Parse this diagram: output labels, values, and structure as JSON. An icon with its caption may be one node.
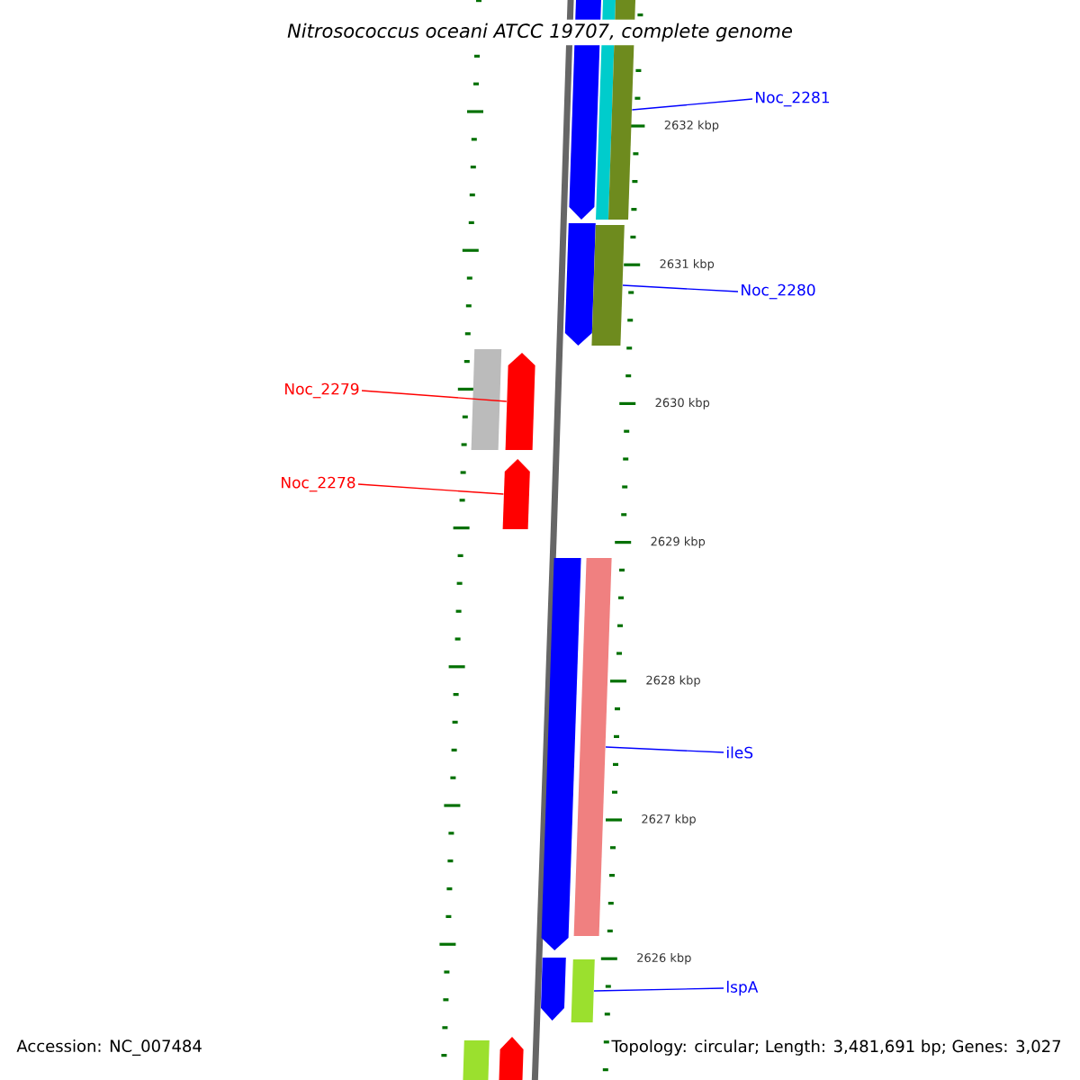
{
  "diagram": {
    "title": "*Nitrosococcus oceani* ATCC 19707, complete genome",
    "nodes": [
      {
        "text": [
          "Noc_2281"
        ]
      },
      {
        "text": [],
        "shape": "bar"
      },
      {
        "text": [],
        "shape": "bar"
      },
      {
        "text": [],
        "shape": "bar"
      },
      {
        "text": [
          "Noc_2280"
        ]
      },
      {
        "text": [],
        "shape": "bar"
      },
      {
        "text": [],
        "shape": "bar"
      },
      {
        "text": [
          "Noc_2279"
        ]
      },
      {
        "text": [],
        "shape": "bar"
      },
      {
        "text": [],
        "shape": "bar"
      },
      {
        "text": [
          "Noc_2278"
        ]
      },
      {
        "text": [],
        "shape": "bar"
      },
      {
        "text": [],
        "shape": "bar"
      },
      {
        "text": [],
        "shape": "bar"
      },
      {
        "text": [
          "ileS"
        ]
      },
      {
        "text": [],
        "shape": "bar"
      },
      {
        "text": [],
        "shape": "bar"
      },
      {
        "text": [
          "lspA"
        ]
      },
      {
        "text": [],
        "shape": "bar"
      },
      {
        "text": [],
        "shape": "bar"
      }
    ],
    "edges": [
      {
        "from": 0,
        "to": 3,
        "arrow": "none"
      },
      {
        "from": 4,
        "to": 6,
        "arrow": "none"
      },
      {
        "from": 7,
        "to": 9,
        "arrow": "none",
        "color": "#ff0000"
      },
      {
        "from": 10,
        "to": 11,
        "arrow": "none",
        "color": "#ff0000"
      },
      {
        "from": 14,
        "to": 13,
        "arrow": "none"
      },
      {
        "from": 17,
        "to": 16,
        "arrow": "none"
      }
    ],
    "labels": [
      "2632 kbp",
      "2631 kbp",
      "2630 kbp",
      "2629 kbp",
      "2628 kbp",
      "2627 kbp",
      "2626 kbp",
      "Accession: NC_007484",
      "Topology: circular; Length: 3,481,691 bp; Genes: 3,027"
    ]
  }
}
